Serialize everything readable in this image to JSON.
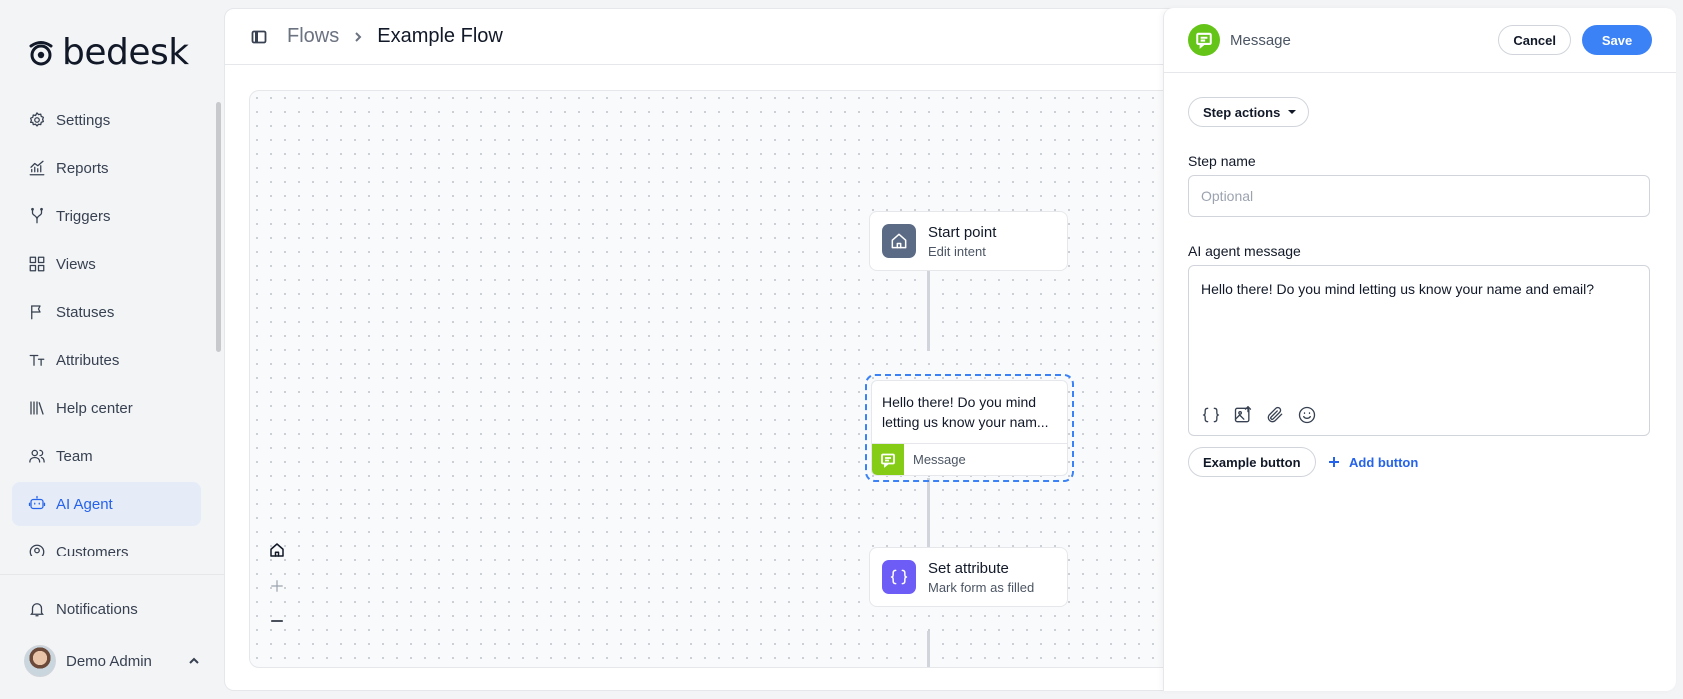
{
  "brand": {
    "name": "bedesk"
  },
  "sidebar": {
    "items": [
      {
        "label": "Settings",
        "icon": "gear-icon"
      },
      {
        "label": "Reports",
        "icon": "chart-icon"
      },
      {
        "label": "Triggers",
        "icon": "fork-icon"
      },
      {
        "label": "Views",
        "icon": "grid-icon"
      },
      {
        "label": "Statuses",
        "icon": "flag-icon"
      },
      {
        "label": "Attributes",
        "icon": "text-size-icon"
      },
      {
        "label": "Help center",
        "icon": "library-icon"
      },
      {
        "label": "Team",
        "icon": "users-icon"
      },
      {
        "label": "AI Agent",
        "icon": "bot-icon",
        "active": true
      },
      {
        "label": "Customers",
        "icon": "customer-icon"
      }
    ],
    "notifications_label": "Notifications",
    "user_name": "Demo Admin"
  },
  "header": {
    "breadcrumb_parent": "Flows",
    "breadcrumb_current": "Example Flow"
  },
  "canvas": {
    "start_node": {
      "title": "Start point",
      "subtitle": "Edit intent"
    },
    "message_node": {
      "text": "Hello there! Do you mind letting us know your nam...",
      "type_label": "Message"
    },
    "attribute_node": {
      "title": "Set attribute",
      "subtitle": "Mark form as filled"
    }
  },
  "panel": {
    "title": "Message",
    "cancel_label": "Cancel",
    "save_label": "Save",
    "step_actions_label": "Step actions",
    "step_name_label": "Step name",
    "step_name_placeholder": "Optional",
    "step_name_value": "",
    "message_label": "AI agent message",
    "message_value": "Hello there! Do you mind letting us know your name and email?",
    "example_button_label": "Example button",
    "add_button_label": "Add button"
  },
  "colors": {
    "accent": "#3b82f6",
    "message_green": "#84cc16",
    "start_icon_bg": "#5b6b85",
    "attribute_icon_bg": "#6d5cf6"
  }
}
